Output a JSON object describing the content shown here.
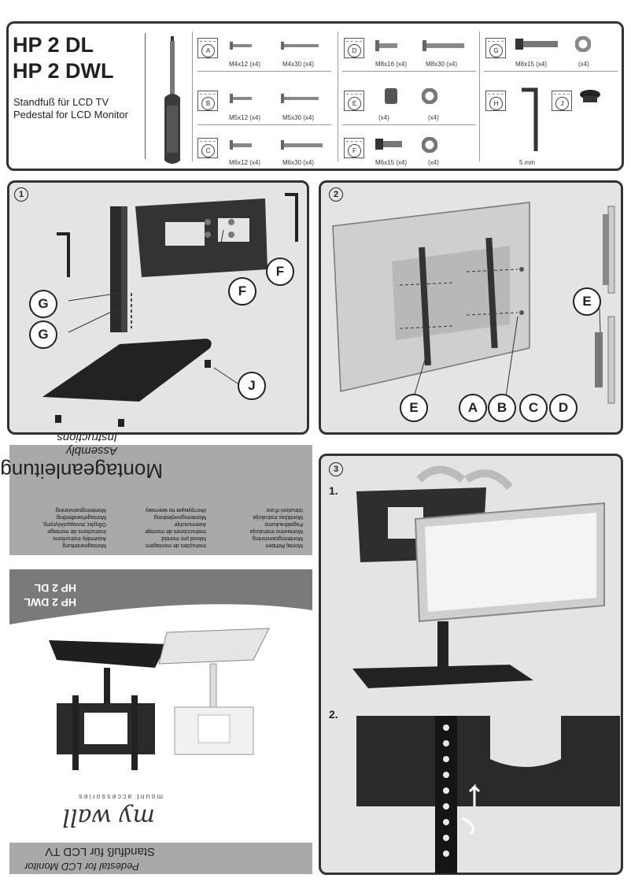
{
  "header": {
    "title_line1": "HP 2 DL",
    "title_line2": "HP 2 DWL",
    "subtitle_line1": "Standfuß für LCD TV",
    "subtitle_line2": "Pedestal for LCD Monitor"
  },
  "parts": {
    "A": {
      "letter": "A",
      "label1": "M4x12 (x4)",
      "label2": "M4x30 (x4)"
    },
    "B": {
      "letter": "B",
      "label1": "M5x12 (x4)",
      "label2": "M5x30 (x4)"
    },
    "C": {
      "letter": "C",
      "label1": "M6x12 (x4)",
      "label2": "M6x30 (x4)"
    },
    "D": {
      "letter": "D",
      "label1": "M8x16 (x4)",
      "label2": "M8x30 (x4)"
    },
    "E": {
      "letter": "E",
      "label1": "(x4)",
      "label2": "(x4)"
    },
    "F": {
      "letter": "F",
      "label1": "M6x15 (x4)",
      "label2": "(x4)"
    },
    "G": {
      "letter": "G",
      "label1": "M8x15 (x4)",
      "label2": "(x4)"
    },
    "H": {
      "letter": "H",
      "label1": "5 mm"
    },
    "J": {
      "letter": "J"
    }
  },
  "step1": {
    "number": "1",
    "callouts": [
      "G",
      "G",
      "F",
      "F",
      "J"
    ]
  },
  "step2": {
    "number": "2",
    "callouts": [
      "E",
      "E",
      "A",
      "B",
      "C",
      "D"
    ]
  },
  "step3": {
    "number": "3",
    "sub1": "1.",
    "sub2": "2."
  },
  "cover": {
    "brand": "my wall",
    "brand_tag": "mount accessories",
    "model1": "HP 2 DL",
    "model2": "HP 2 DWL",
    "heading": "Montageanleitung",
    "subheading": "Assembly Instructions",
    "product1": "Standfuß für LCD TV",
    "product2": "Pedestal for LCD Monitor",
    "languages_col1": [
      "Montageanleitung",
      "Assembly instructions",
      "Instructions de montage",
      "Οδηγίες συναρμολόγησης",
      "Montagehandleiding",
      "Monteringsanvisning"
    ],
    "languages_col2": [
      "Instruções de montagem",
      "Návod pro montáž",
      "Instrucciones de montaje",
      "Asennusohje",
      "Monteringsvejledning",
      "Инструкция по монтажу"
    ],
    "languages_col3": [
      "Montaj Rehberi",
      "Monteringsanvisning",
      "Montavimo instrukcija",
      "Pagaidraukums",
      "Montāžas instrukcija",
      "Istruzioni d'uso"
    ]
  }
}
